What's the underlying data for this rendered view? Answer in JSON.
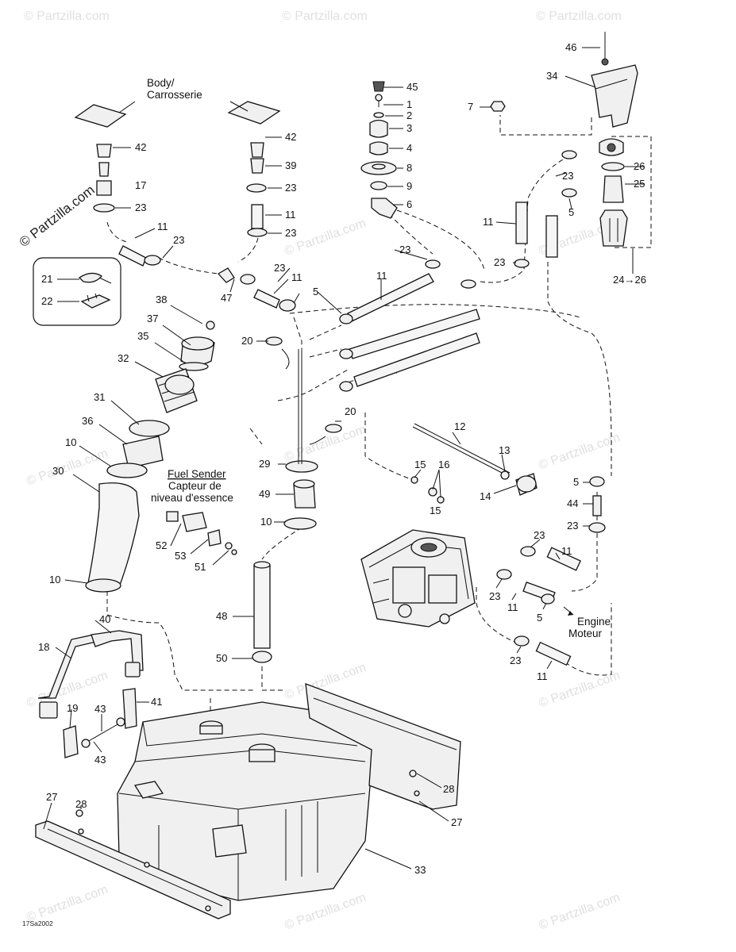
{
  "watermark": {
    "main": "© Partzilla.com",
    "faint": "© Partzilla.com"
  },
  "captions": {
    "body": [
      "Body/",
      "Carrosserie"
    ],
    "fuel_sender": [
      "Fuel Sender",
      "Capteur de",
      "niveau d'essence"
    ],
    "engine": [
      "Engine",
      "Moteur"
    ],
    "range": "24→26"
  },
  "drawing_code": "17Sa2002",
  "callouts": {
    "c46": "46",
    "c34": "34",
    "c7": "7",
    "c26": "26",
    "c25": "25",
    "c23a": "23",
    "c5a": "5",
    "c11a": "11",
    "c23b": "23",
    "c45": "45",
    "c1": "1",
    "c2": "2",
    "c3": "3",
    "c4": "4",
    "c8": "8",
    "c9": "9",
    "c6": "6",
    "c42a": "42",
    "c17": "17",
    "c23c": "23",
    "c11b": "11",
    "c23d": "23",
    "c42b": "42",
    "c39": "39",
    "c23e": "23",
    "c11c": "11",
    "c23f": "23",
    "c21": "21",
    "c22": "22",
    "c23g": "23",
    "c11d": "11",
    "c47": "47",
    "c5b": "5",
    "c11e": "11",
    "c23h": "23",
    "c38": "38",
    "c37": "37",
    "c35": "35",
    "c32": "32",
    "c31": "31",
    "c36": "36",
    "c10a": "10",
    "c30": "30",
    "c10b": "10",
    "c20a": "20",
    "c20b": "20",
    "c12": "12",
    "c13": "13",
    "c14": "14",
    "c15a": "15",
    "c16": "16",
    "c15b": "15",
    "c29": "29",
    "c49": "49",
    "c10c": "10",
    "c52": "52",
    "c53": "53",
    "c51": "51",
    "c48": "48",
    "c50": "50",
    "c5c": "5",
    "c44": "44",
    "c23i": "23",
    "c23j": "23",
    "c11f": "11",
    "c23k": "23",
    "c11g": "11",
    "c5d": "5",
    "c23l": "23",
    "c11h": "11",
    "c40": "40",
    "c18": "18",
    "c19": "19",
    "c43a": "43",
    "c41": "41",
    "c43b": "43",
    "c27a": "27",
    "c28a": "28",
    "c28b": "28",
    "c27b": "27",
    "c33": "33"
  }
}
